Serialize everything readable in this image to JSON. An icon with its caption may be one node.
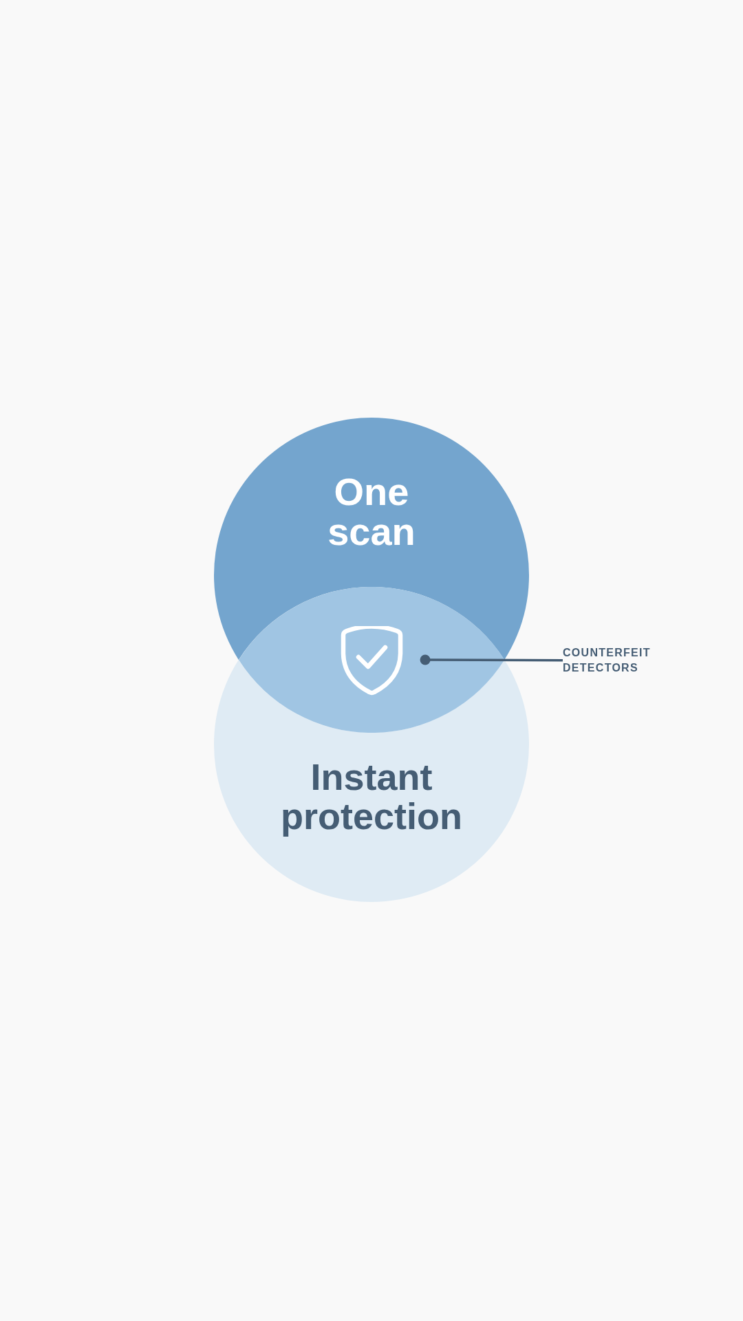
{
  "diagram": {
    "nodes": [
      {
        "text": [
          "One scan"
        ]
      },
      {
        "text": [
          "Instant protection"
        ]
      },
      {
        "text": [],
        "shape": "lens"
      },
      {
        "text": [
          "COUNTERFEIT DETECTORS"
        ]
      }
    ],
    "edges": [
      {
        "from": 3,
        "to": 2,
        "arrow": "other"
      }
    ]
  }
}
